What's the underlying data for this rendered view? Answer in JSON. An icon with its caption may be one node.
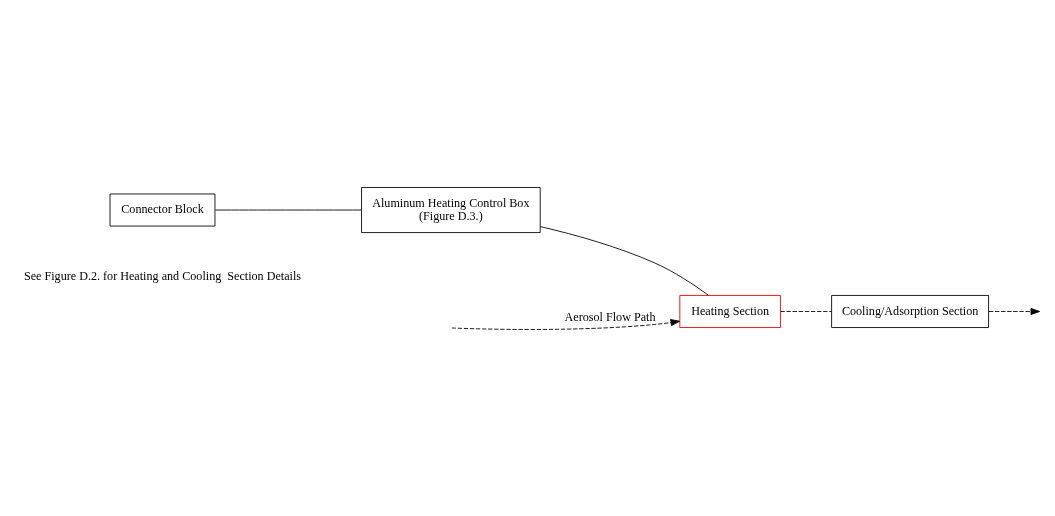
{
  "diagram": {
    "nodes": [
      {
        "text": [
          "Connector Block"
        ]
      },
      {
        "text": [
          "Aluminum Heating Control Box",
          "(Figure D.3.)"
        ]
      },
      {
        "text": [
          "Heating Section"
        ]
      },
      {
        "text": [
          "Cooling/Adsorption Section"
        ]
      }
    ],
    "edges": [
      {
        "from": 0,
        "to": 1,
        "arrow": "none"
      },
      {
        "from": 1,
        "to": 2,
        "arrow": "none"
      },
      {
        "from": null,
        "to": 2,
        "arrow": "to",
        "style": "dashed",
        "label": "Aerosol Flow Path"
      },
      {
        "from": 2,
        "to": 3,
        "arrow": "none",
        "style": "dashed"
      },
      {
        "from": 3,
        "to": null,
        "arrow": "to",
        "style": "dashed"
      }
    ],
    "labels": [
      "See Figure D.2. for Heating and Cooling  Section Details"
    ]
  }
}
